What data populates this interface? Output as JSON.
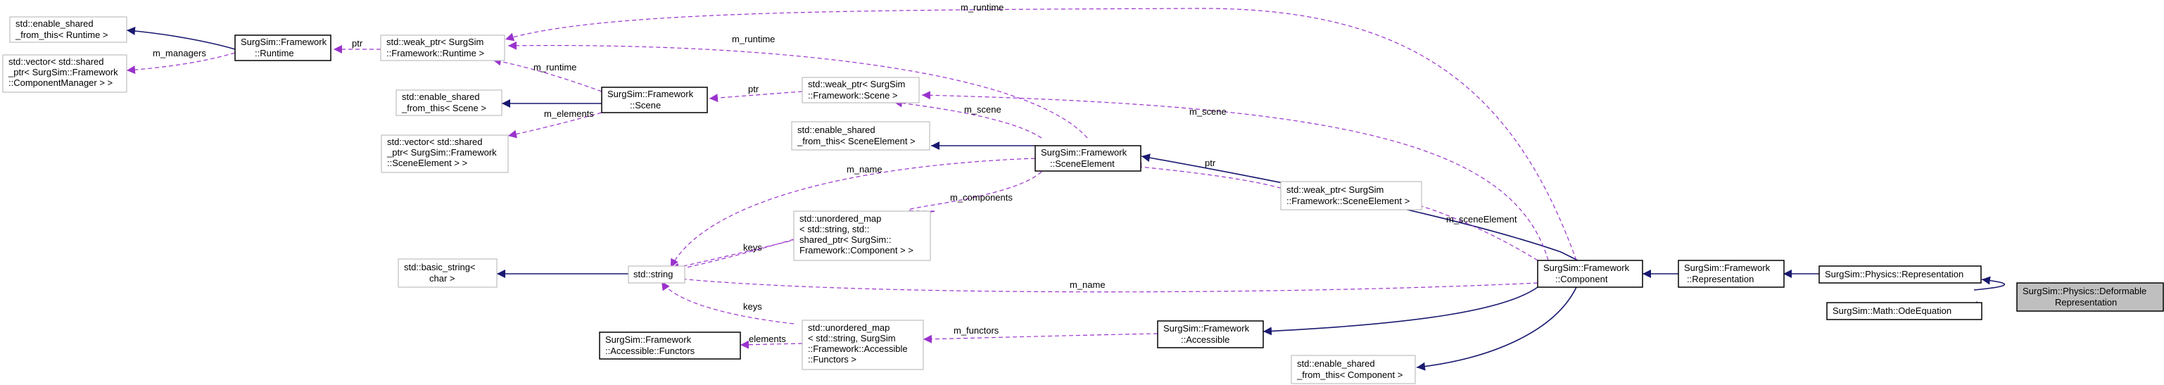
{
  "colors": {
    "inheritance_edge": "#191970",
    "usage_edge": "#9a32cd",
    "focus_fill": "#bfbfbf",
    "external_node_border": "#bfbfbf"
  },
  "nodes": {
    "enable_shared_runtime": [
      "std::enable_shared",
      "_from_this< Runtime >"
    ],
    "vector_component_manager": [
      "std::vector< std::shared",
      "_ptr< SurgSim::Framework",
      "::ComponentManager > >"
    ],
    "runtime": [
      "SurgSim::Framework",
      "::Runtime"
    ],
    "weak_ptr_runtime": [
      "std::weak_ptr< SurgSim",
      "::Framework::Runtime >"
    ],
    "enable_shared_scene": [
      "std::enable_shared",
      "_from_this< Scene >"
    ],
    "scene": [
      "SurgSim::Framework",
      "::Scene"
    ],
    "vector_scene_element": [
      "std::vector< std::shared",
      "_ptr< SurgSim::Framework",
      "::SceneElement > >"
    ],
    "weak_ptr_scene": [
      "std::weak_ptr< SurgSim",
      "::Framework::Scene >"
    ],
    "enable_shared_scene_element": [
      "std::enable_shared",
      "_from_this< SceneElement >"
    ],
    "scene_element": [
      "SurgSim::Framework",
      "::SceneElement"
    ],
    "unordered_map_component": [
      "std::unordered_map",
      "< std::string, std::",
      "shared_ptr< SurgSim::",
      "Framework::Component > >"
    ],
    "weak_ptr_scene_element": [
      "std::weak_ptr< SurgSim",
      "::Framework::SceneElement >"
    ],
    "basic_string": [
      "std::basic_string<",
      "char >"
    ],
    "string": [
      "std::string"
    ],
    "component": [
      "SurgSim::Framework",
      "::Component"
    ],
    "framework_representation": [
      "SurgSim::Framework",
      "::Representation"
    ],
    "physics_representation": [
      "SurgSim::Physics::Representation"
    ],
    "deformable_representation": [
      "SurgSim::Physics::Deformable",
      "Representation"
    ],
    "ode_equation": [
      "SurgSim::Math::OdeEquation"
    ],
    "accessible": [
      "SurgSim::Framework",
      "::Accessible"
    ],
    "accessible_functors": [
      "SurgSim::Framework",
      "::Accessible::Functors"
    ],
    "unordered_map_functors": [
      "std::unordered_map",
      "< std::string, SurgSim",
      "::Framework::Accessible",
      "::Functors >"
    ],
    "enable_shared_component": [
      "std::enable_shared",
      "_from_this< Component >"
    ]
  },
  "edge_labels": {
    "m_managers": "m_managers",
    "ptr_runtime": "ptr",
    "m_runtime_top": "m_runtime",
    "m_runtime_scene_element": "m_runtime",
    "m_runtime_scene": "m_runtime",
    "ptr_scene": "ptr",
    "m_elements": "m_elements",
    "m_scene_component": "m_scene",
    "m_scene_scene_element": "m_scene",
    "m_name_scene_element": "m_name",
    "ptr_scene_element": "ptr",
    "m_components": "m_components",
    "m_scene_element": "m_sceneElement",
    "keys_top": "keys",
    "m_name_component": "m_name",
    "keys_bottom": "keys",
    "m_functors": "m_functors",
    "elements": "elements"
  }
}
